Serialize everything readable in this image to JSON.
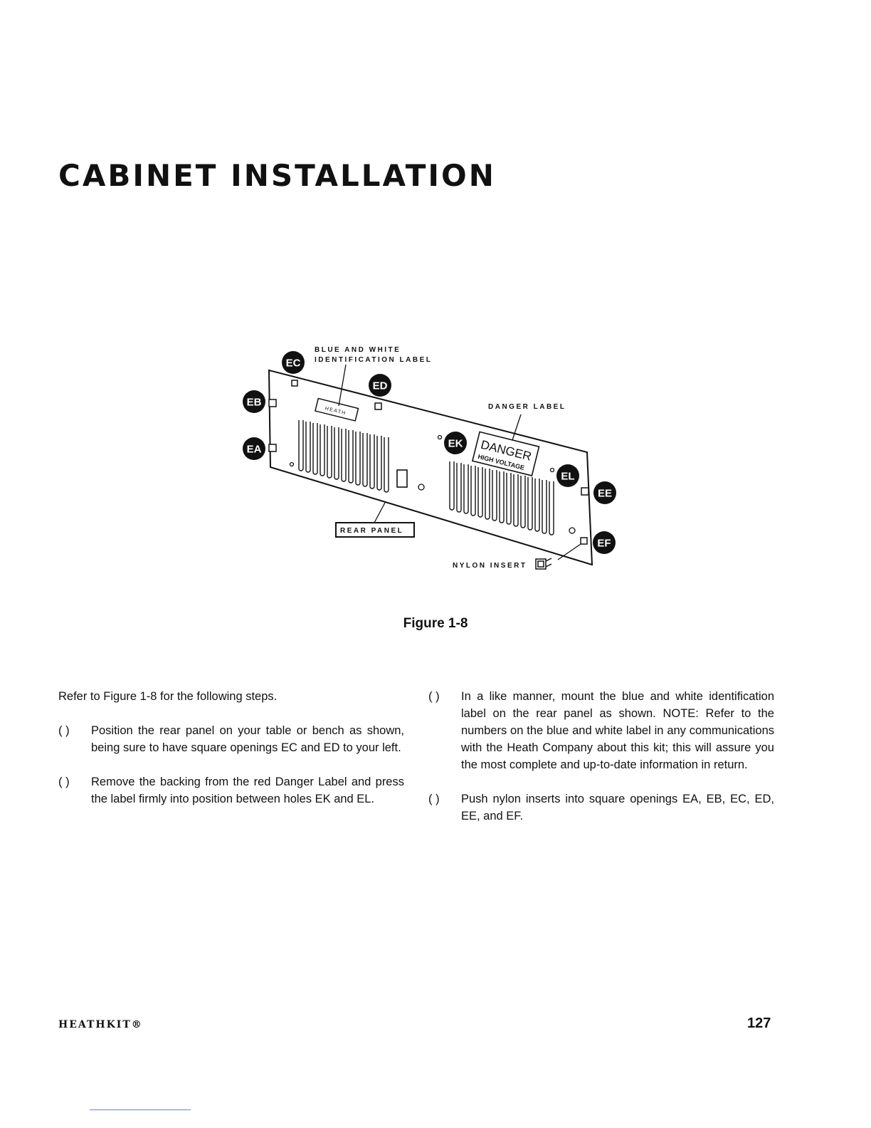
{
  "page": {
    "title": "CABINET INSTALLATION",
    "figure_caption": "Figure 1-8",
    "footer_brand": "HEATHKIT®",
    "page_number": "127"
  },
  "figure": {
    "label_blue_white_line1": "BLUE AND WHITE",
    "label_blue_white_line2": "IDENTIFICATION LABEL",
    "label_danger": "DANGER LABEL",
    "label_rear_panel": "REAR PANEL",
    "label_nylon_insert": "NYLON INSERT",
    "danger_sticker_line1": "DANGER",
    "danger_sticker_line2": "HIGH VOLTAGE",
    "id_sticker_text": "HEATH",
    "codes": {
      "ea": "EA",
      "eb": "EB",
      "ec": "EC",
      "ed": "ED",
      "ee": "EE",
      "ef": "EF",
      "ek": "EK",
      "el": "EL"
    }
  },
  "text": {
    "intro": "Refer to Figure 1-8 for the following steps.",
    "checkbox": "(   )",
    "steps_left": [
      "Position the rear panel on your table or bench as shown, being sure to have square openings EC and ED to your left.",
      "Remove the backing from the red Danger Label and press the label firmly into position between holes EK and EL."
    ],
    "steps_right": [
      "In a like manner, mount the blue and white identification label on the rear panel as shown. NOTE: Refer to the numbers on the blue and white label in any communications with the Heath Company about this kit; this will assure you the most complete and up-to-date information in return.",
      "Push nylon inserts into square openings EA, EB, EC, ED, EE, and EF."
    ]
  }
}
